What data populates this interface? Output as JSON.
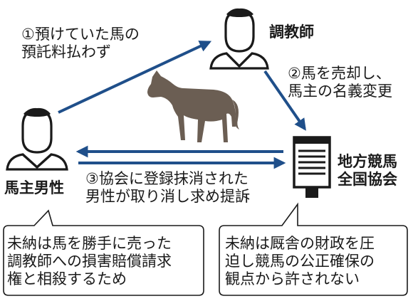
{
  "nodes": {
    "trainer": {
      "label": "調教師",
      "icon": "person-icon"
    },
    "owner": {
      "label": "馬主男性",
      "icon": "person-icon"
    },
    "association": {
      "label": "地方競馬\n全国協会",
      "icon": "building-icon"
    },
    "horse": {
      "icon": "horse-icon"
    }
  },
  "steps": [
    {
      "label": "①預けていた馬の\n預託料払わず",
      "from": "owner",
      "to": "trainer"
    },
    {
      "label": "②馬を売却し、\n馬主の名義変更",
      "from": "trainer",
      "to": "association"
    },
    {
      "label": "③協会に登録抹消された\n男性が取り消し求め提訴",
      "from": "owner",
      "to": "association"
    }
  ],
  "bubbles": {
    "owner_claim": "未納は馬を勝手に売った\n調教師への損害賠償請求\n権と相殺するため",
    "association_claim": "未納は厩舎の財政を圧\n迫し競馬の公正確保の\n観点から許されない"
  },
  "colors": {
    "arrow": "#1f4f8a",
    "horse": "#6b5e53",
    "icon": "#1a1a1a"
  }
}
